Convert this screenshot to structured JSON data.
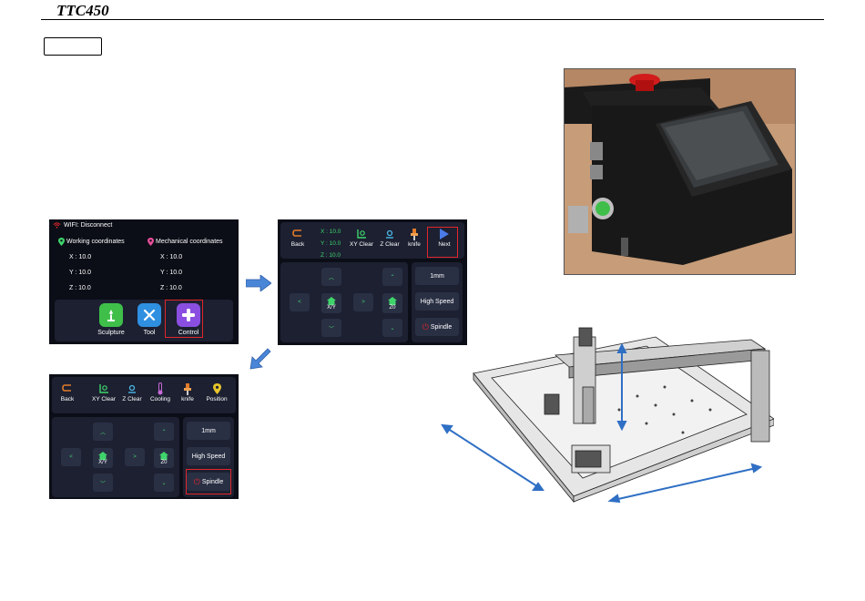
{
  "header": {
    "title": "TTC450"
  },
  "main_screen": {
    "wifi_status": "WIFI: Disconnect",
    "working_label": "Working coordinates",
    "mechanical_label": "Mechanical coordinates",
    "working": {
      "x": "X : 10.0",
      "y": "Y : 10.0",
      "z": "Z : 10.0"
    },
    "mechanical": {
      "x": "X : 10.0",
      "y": "Y : 10.0",
      "z": "Z : 10.0"
    },
    "apps": [
      {
        "label": "Sculpture",
        "icon": "sculpture-icon",
        "color": "#3fbf4a"
      },
      {
        "label": "Tool",
        "icon": "wrench-screwdriver-icon",
        "color": "#2f8fe0"
      },
      {
        "label": "Control",
        "icon": "dpad-icon",
        "color": "#8a4fe0"
      }
    ]
  },
  "control_screen_1": {
    "back": "Back",
    "coords": {
      "x": "X : 10.0",
      "y": "Y : 10.0",
      "z": "Z : 10.0"
    },
    "xy_clear": "XY Clear",
    "z_clear": "Z Clear",
    "knife": "knife",
    "next": "Next",
    "step": "1mm",
    "speed": "High Speed",
    "spindle": "Spindle",
    "home_xy": "X/Y",
    "home_z": "Z0"
  },
  "control_screen_2": {
    "back": "Back",
    "xy_clear": "XY Clear",
    "z_clear": "Z Clear",
    "cooling": "Cooling",
    "knife": "knife",
    "position": "Position",
    "step": "1mm",
    "speed": "High Speed",
    "spindle": "Spindle",
    "home_xy": "X/Y",
    "home_z": "Z0"
  },
  "colors": {
    "accent_green": "#3fd46b",
    "highlight_red": "#e0262b",
    "arrow_blue": "#2f6fc4",
    "next_blue": "#4a7be8"
  }
}
